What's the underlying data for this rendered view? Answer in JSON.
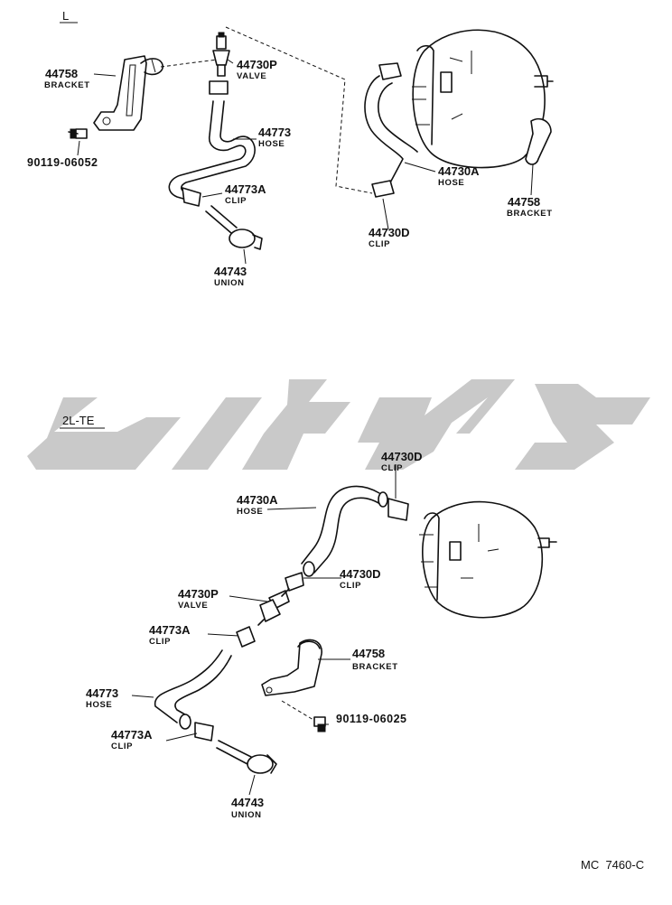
{
  "sections": {
    "top_label": "L",
    "bottom_label": "2L-TE"
  },
  "top_callouts": {
    "bracket": {
      "number": "44758",
      "name": "BRACKET"
    },
    "valve": {
      "number": "44730P",
      "name": "VALVE"
    },
    "bolt": {
      "number": "90119-06052"
    },
    "hose": {
      "number": "44773",
      "name": "HOSE"
    },
    "clip_a": {
      "number": "44773A",
      "name": "CLIP"
    },
    "union": {
      "number": "44743",
      "name": "UNION"
    },
    "hose_a": {
      "number": "44730A",
      "name": "HOSE"
    },
    "clip_d": {
      "number": "44730D",
      "name": "CLIP"
    },
    "bracket_right": {
      "number": "44758",
      "name": "BRACKET"
    }
  },
  "bottom_callouts": {
    "clip_d_top": {
      "number": "44730D",
      "name": "CLIP"
    },
    "hose_a": {
      "number": "44730A",
      "name": "HOSE"
    },
    "clip_d": {
      "number": "44730D",
      "name": "CLIP"
    },
    "valve": {
      "number": "44730P",
      "name": "VALVE"
    },
    "clip_a_top": {
      "number": "44773A",
      "name": "CLIP"
    },
    "bracket": {
      "number": "44758",
      "name": "BRACKET"
    },
    "hose": {
      "number": "44773",
      "name": "HOSE"
    },
    "bolt": {
      "number": "90119-06025"
    },
    "clip_a_bottom": {
      "number": "44773A",
      "name": "CLIP"
    },
    "union": {
      "number": "44743",
      "name": "UNION"
    }
  },
  "figure_code": "MC  7460-C",
  "colors": {
    "ink": "#111111",
    "watermark": "#c9c9c9",
    "paper": "#ffffff"
  }
}
